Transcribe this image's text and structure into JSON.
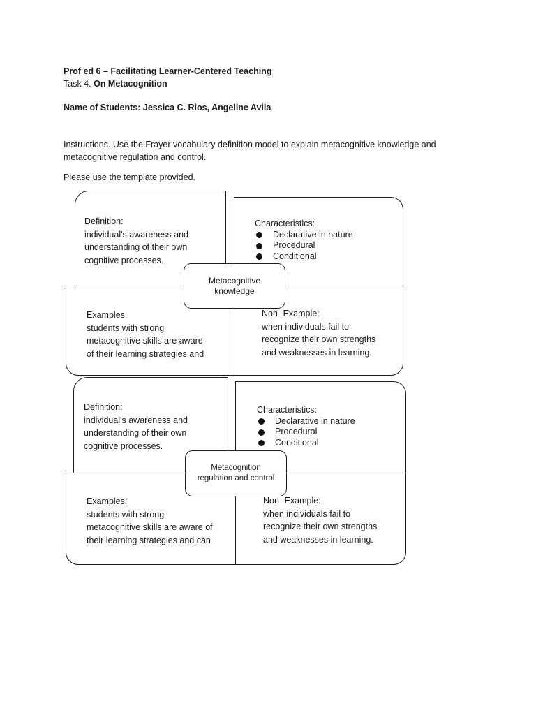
{
  "header": {
    "course": "Prof ed 6 – Facilitating Learner-Centered Teaching",
    "task_prefix": "Task 4.",
    "task_title": "On Metacognition",
    "students": "Name of Students: Jessica C. Rios, Angeline Avila"
  },
  "instructions": {
    "line1": "Instructions. Use the Frayer vocabulary definition model to explain metacognitive knowledge and",
    "line2": "metacognitive regulation and control.",
    "template_note": "Please use the template provided."
  },
  "frayer1": {
    "center": [
      "Metacognitive",
      "knowledge"
    ],
    "definition": {
      "label": "Definition:",
      "lines": [
        "individual's awareness and",
        "understanding of their own",
        "cognitive processes."
      ]
    },
    "characteristics": {
      "label": "Characteristics:",
      "items": [
        "Declarative in nature",
        "Procedural",
        "Conditional"
      ]
    },
    "examples": {
      "label": "Examples:",
      "lines": [
        "students with strong",
        "metacognitive skills are aware",
        "of their learning strategies and"
      ]
    },
    "non_example": {
      "label": "Non- Example:",
      "lines": [
        "when individuals fail to",
        "recognize their own strengths",
        "and weaknesses in learning."
      ]
    }
  },
  "frayer2": {
    "center": [
      "Metacognition",
      "regulation and control"
    ],
    "definition": {
      "label": "Definition:",
      "lines": [
        "individual's awareness and",
        "understanding of their own",
        "cognitive processes."
      ]
    },
    "characteristics": {
      "label": "Characteristics:",
      "items": [
        "Declarative in nature",
        "Procedural",
        "Conditional"
      ]
    },
    "examples": {
      "label": "Examples:",
      "lines": [
        "students with strong",
        "metacognitive skills are aware of",
        "their learning strategies and can"
      ]
    },
    "non_example": {
      "label": "Non- Example:",
      "lines": [
        "when individuals fail to",
        "recognize their own strengths",
        "and weaknesses in learning."
      ]
    }
  }
}
